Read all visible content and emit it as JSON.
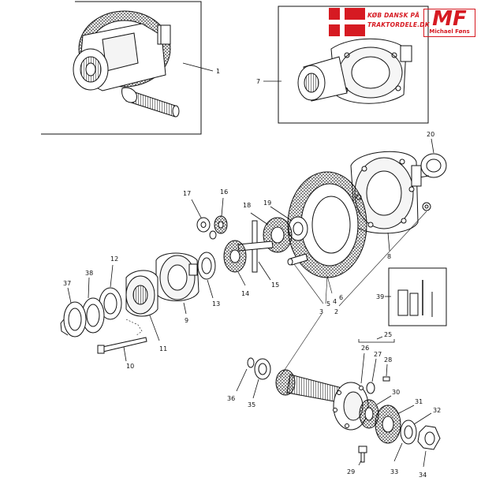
{
  "brand": {
    "slogan_line1": "KØB DANSK PÅ",
    "slogan_line2": "TRAKTORDELE.DK",
    "logo_text": "MF",
    "logo_subtext": "Michael Føns",
    "accent_color": "#d61a22"
  },
  "callouts": {
    "c1": "1",
    "c2": "2",
    "c3": "3",
    "c4": "4",
    "c5": "5",
    "c6": "6",
    "c7": "7",
    "c8": "8",
    "c9": "9",
    "c10": "10",
    "c11": "11",
    "c12": "12",
    "c13": "13",
    "c14": "14",
    "c15": "15",
    "c16": "16",
    "c17": "17",
    "c18": "18",
    "c19": "19",
    "c20": "20",
    "c25": "25",
    "c26": "26",
    "c27": "27",
    "c28": "28",
    "c29": "29",
    "c30": "30",
    "c31": "31",
    "c32": "32",
    "c33": "33",
    "c34": "34",
    "c35": "35",
    "c36": "36",
    "c37": "37",
    "c38": "38",
    "c39": "39"
  }
}
